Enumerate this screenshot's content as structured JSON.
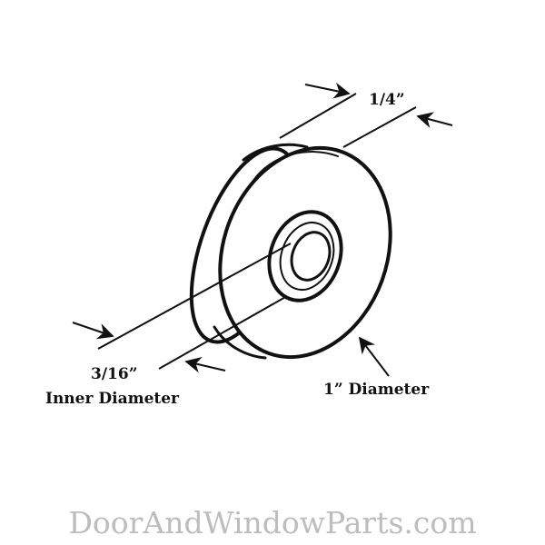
{
  "labels": {
    "width": "1/4”",
    "inner_size": "3/16”",
    "inner_caption": "Inner Diameter",
    "outer": "1” Diameter"
  },
  "watermark": "DoorAndWindowParts.com",
  "colors": {
    "line": "#111111",
    "watermark": "#bdbdbd",
    "background": "#ffffff"
  }
}
